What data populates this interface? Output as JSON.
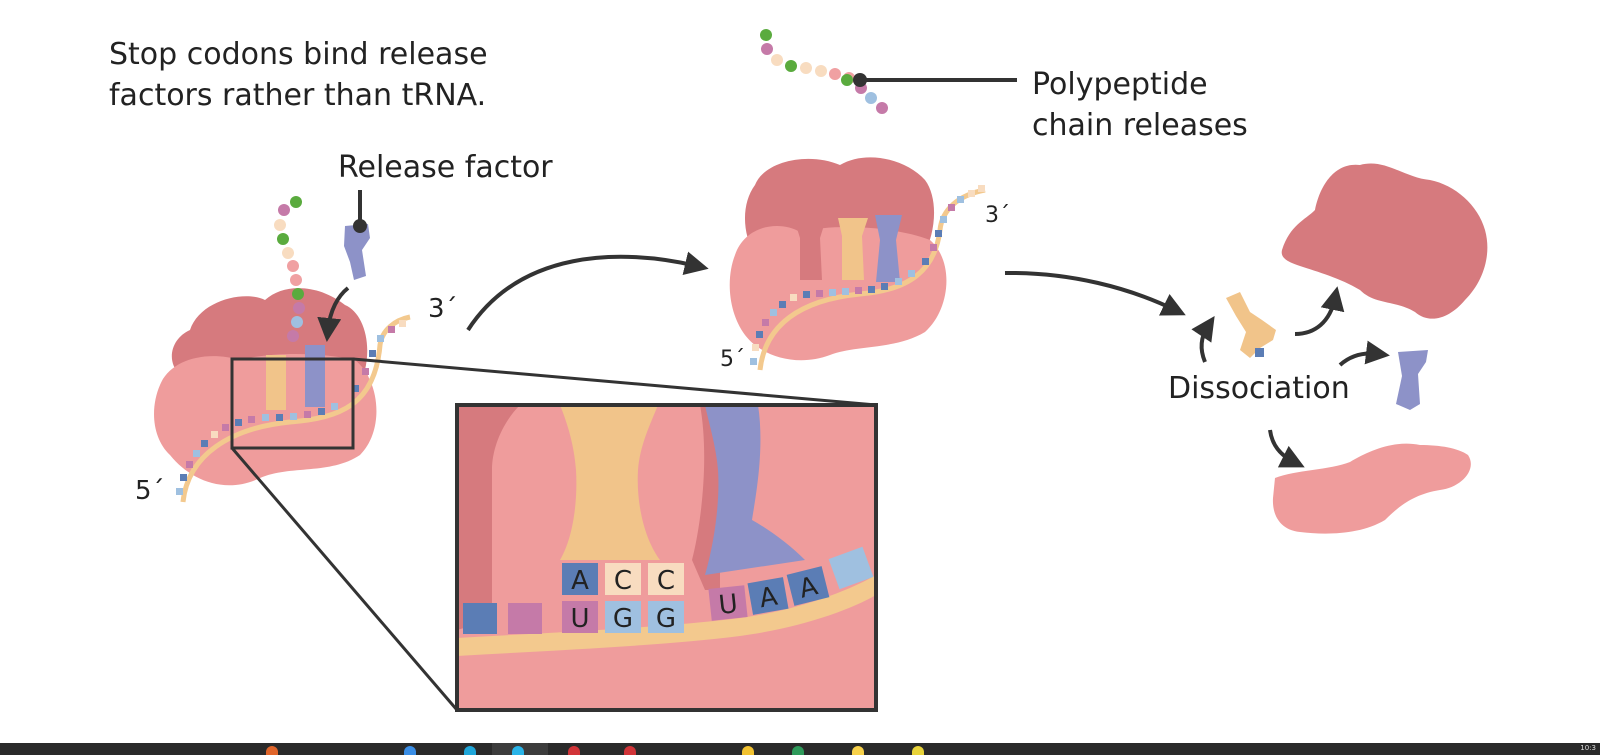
{
  "heading": [
    "Stop codons bind release",
    "factors rather than tRNA."
  ],
  "labels": {
    "release_factor": "Release factor",
    "polypeptide": [
      "Polypeptide",
      "chain releases"
    ],
    "dissociation": "Dissociation",
    "three_prime": "3´",
    "five_prime": "5´"
  },
  "inset": {
    "trna_anticodon": [
      "A",
      "C",
      "C"
    ],
    "mrna_codon": [
      "U",
      "G",
      "G"
    ],
    "stop_codon": [
      "U",
      "A",
      "A"
    ]
  },
  "colors": {
    "ribosome_dark": "#d67a7e",
    "ribosome_light": "#ef9c9c",
    "trna": "#f1c48a",
    "release_factor": "#8d92c8",
    "mrna_strand": "#f3c98e",
    "nuc_blue": "#5b7db5",
    "nuc_light_blue": "#9fc0e0",
    "nuc_pink": "#c57aa8",
    "nuc_peach": "#f8dcc0",
    "bead_green": "#5aab3e",
    "bead_pink": "#f0a0a2",
    "text": "#222222"
  },
  "taskbar": {
    "clock": "10:3"
  }
}
